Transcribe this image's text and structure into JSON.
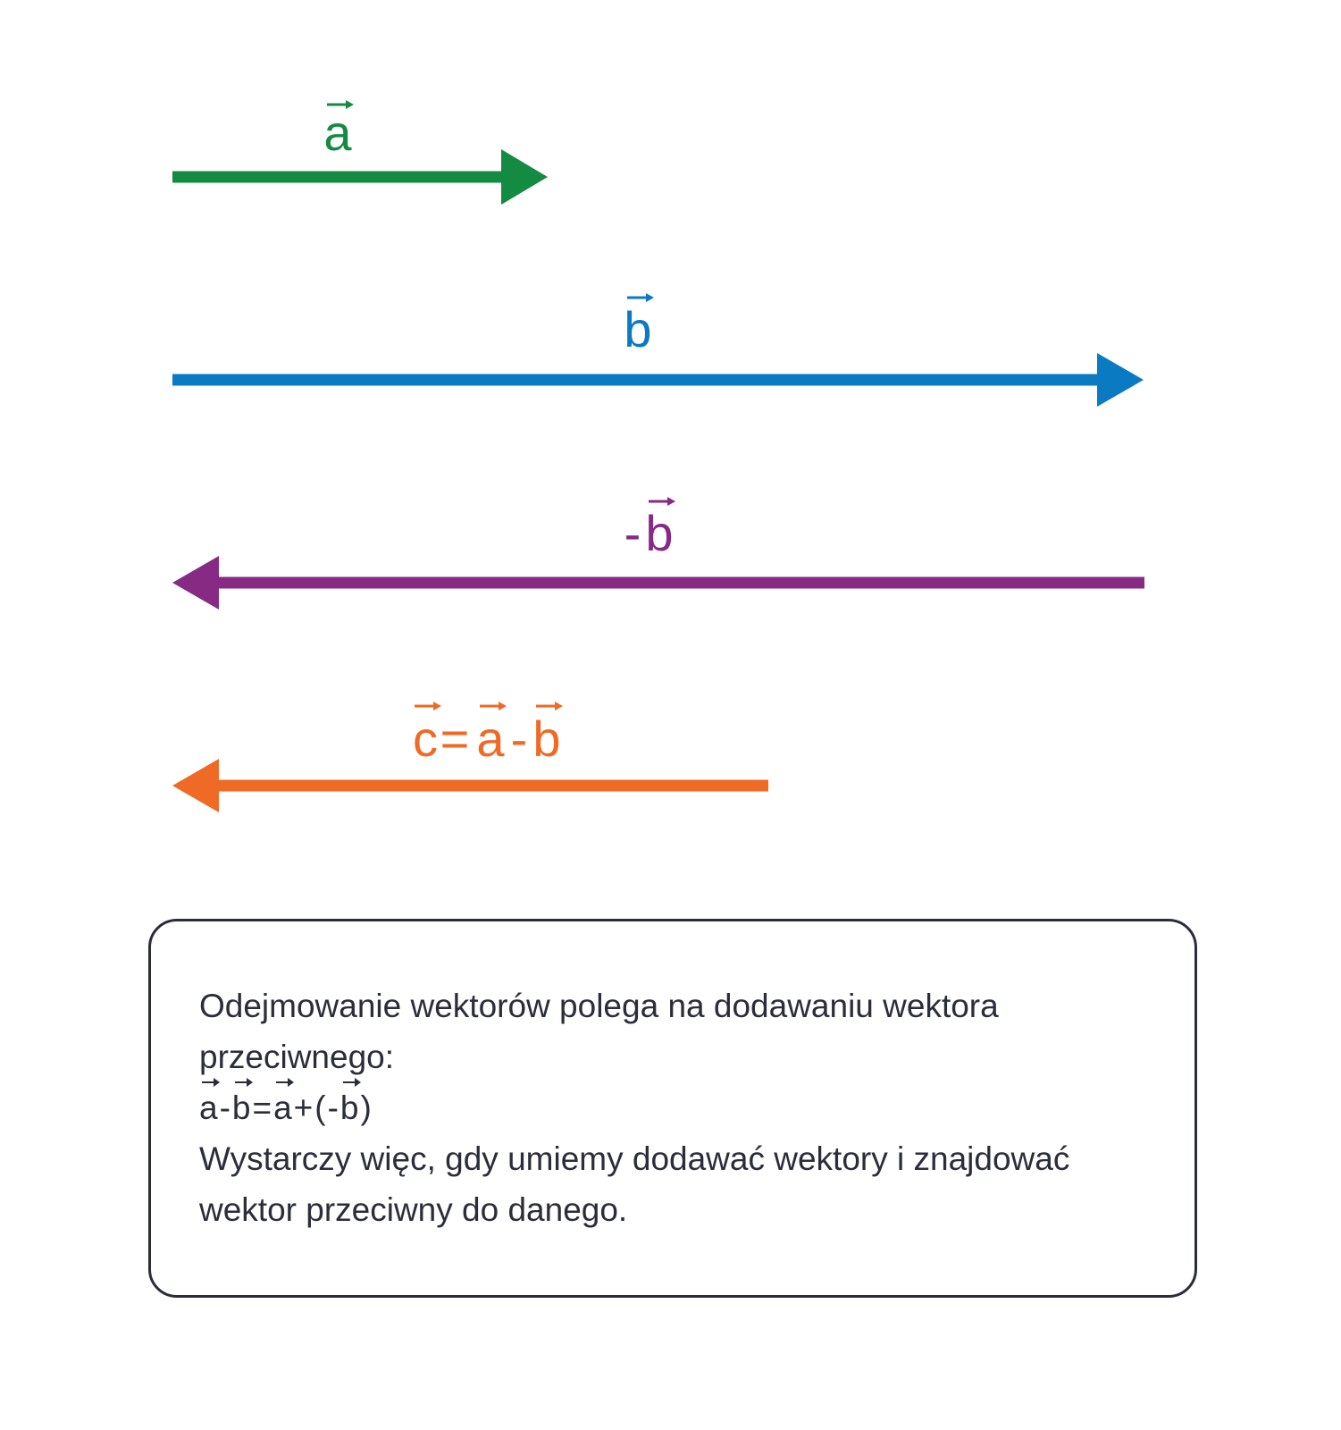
{
  "colors": {
    "a": "#148b43",
    "b": "#0a7ac2",
    "minus_b": "#862a84",
    "c": "#ef6a24",
    "text": "#2b2d3a",
    "box_border": "#2b2d3a"
  },
  "vectors": [
    {
      "id": "a",
      "prefix": "",
      "letter": "a",
      "direction": "right"
    },
    {
      "id": "b",
      "prefix": "",
      "letter": "b",
      "direction": "right"
    },
    {
      "id": "minus_b",
      "prefix": "-",
      "letter": "b",
      "direction": "left"
    },
    {
      "id": "c",
      "label_parts": [
        "c",
        "=",
        "a",
        "-",
        "b"
      ],
      "direction": "left"
    }
  ],
  "info_box": {
    "line1": "Odejmowanie wektorów polega na dodawaniu wektora",
    "line2": "przeciwnego:",
    "formula": {
      "a1": "a",
      "op1": "-",
      "b1": "b",
      "eq": "=",
      "a2": "a",
      "op2": "+(-",
      "b2": "b",
      "close": ")"
    },
    "line4": "Wystarczy więc, gdy umiemy dodawać wektory i znajdować",
    "line5": "wektor przeciwny do danego."
  }
}
